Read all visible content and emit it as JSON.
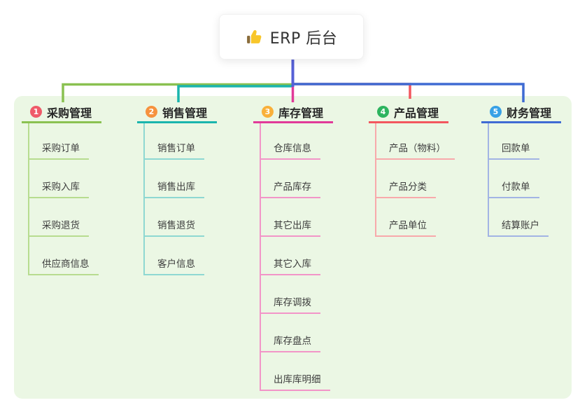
{
  "canvas": {
    "background": "#ffffff",
    "panel_background": "#ebf7e4"
  },
  "root": {
    "icon": "thumbs-up",
    "title": "ERP 后台",
    "line_color": "#5560d6"
  },
  "branches": [
    {
      "badge": "1",
      "label": "采购管理",
      "colors": {
        "badge": "#ef5b69",
        "main": "#8ac151",
        "light": "#b7dc8f"
      },
      "children": [
        "采购订单",
        "采购入库",
        "采购退货",
        "供应商信息"
      ]
    },
    {
      "badge": "2",
      "label": "销售管理",
      "colors": {
        "badge": "#f6923e",
        "main": "#1ab5ad",
        "light": "#8ed8d2"
      },
      "children": [
        "销售订单",
        "销售出库",
        "销售退货",
        "客户信息"
      ]
    },
    {
      "badge": "3",
      "label": "库存管理",
      "colors": {
        "badge": "#f9b03a",
        "main": "#e13a99",
        "light": "#f295c8"
      },
      "children": [
        "仓库信息",
        "产品库存",
        "其它出库",
        "其它入库",
        "库存调拨",
        "库存盘点",
        "出库库明细"
      ]
    },
    {
      "badge": "4",
      "label": "产品管理",
      "colors": {
        "badge": "#2db45f",
        "main": "#f2575e",
        "light": "#f8a9ab"
      },
      "children": [
        "产品（物料）",
        "产品分类",
        "产品单位"
      ]
    },
    {
      "badge": "5",
      "label": "财务管理",
      "colors": {
        "badge": "#38a1e6",
        "main": "#3f6bd3",
        "light": "#a2b4e4"
      },
      "children": [
        "回款单",
        "付款单",
        "结算账户"
      ]
    }
  ]
}
